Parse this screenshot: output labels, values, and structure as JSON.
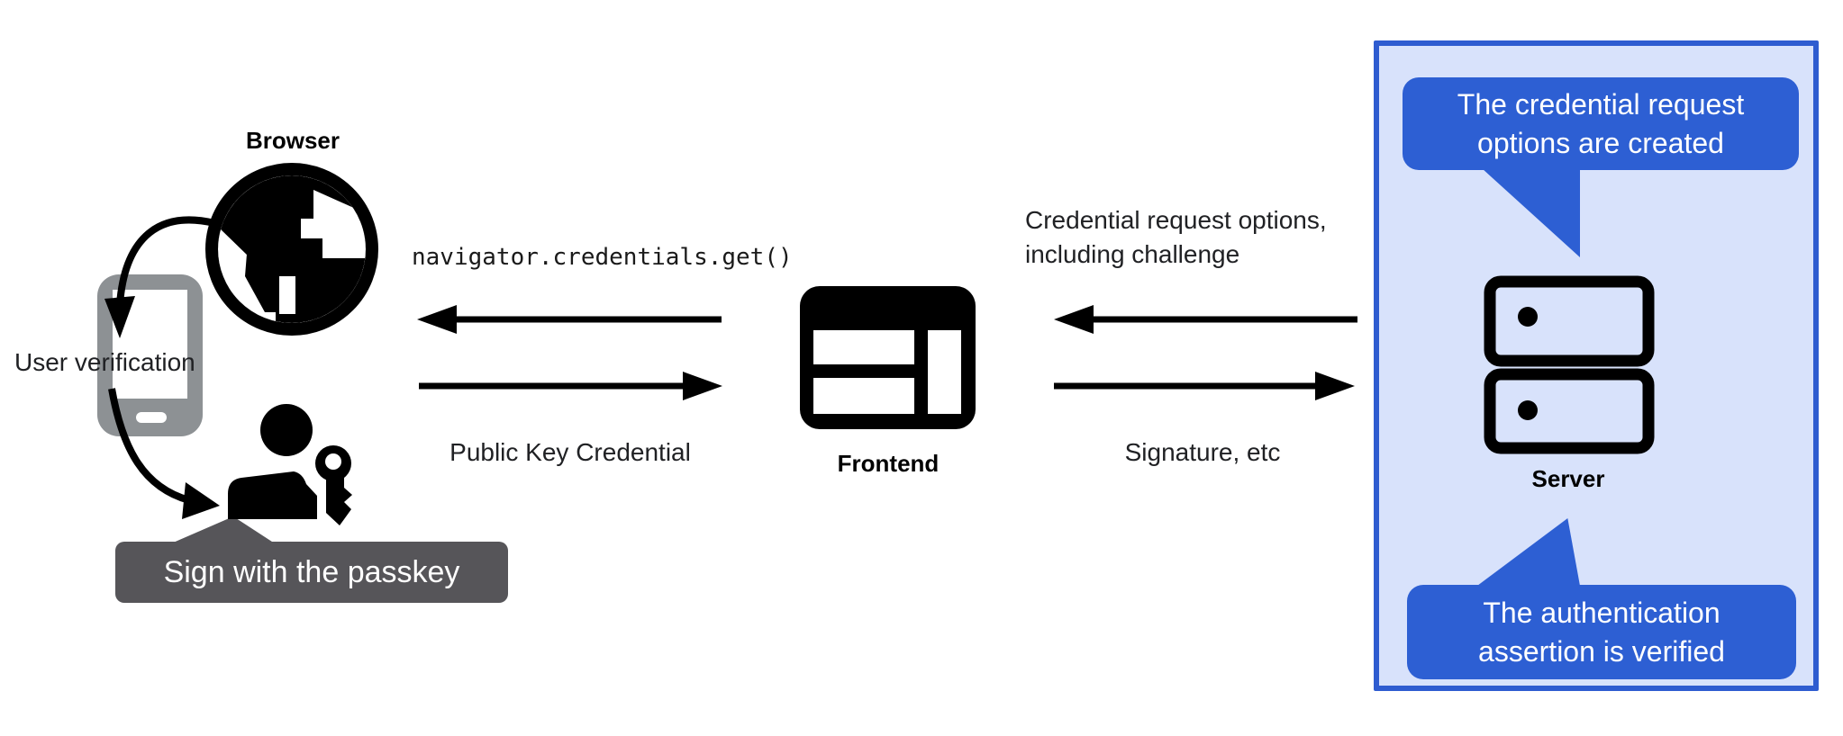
{
  "client": {
    "browser_label": "Browser",
    "user_verification_label": "User verification",
    "passkey_tooltip": "Sign with the passkey"
  },
  "frontend": {
    "label": "Frontend",
    "call_code": "navigator.credentials.get()",
    "return_label": "Public Key Credential"
  },
  "server": {
    "label": "Server",
    "request_label_line1": "Credential request options,",
    "request_label_line2": "including challenge",
    "response_label": "Signature, etc",
    "bubble_top_line1": "The credential request",
    "bubble_top_line2": "options are created",
    "bubble_bottom_line1": "The authentication",
    "bubble_bottom_line2": "assertion is verified"
  },
  "colors": {
    "bubble_blue": "#2d5fd3",
    "panel_fill": "#d8e2fb",
    "panel_border": "#2e5cd0",
    "tooltip_gray": "#565559",
    "phone_gray": "#8d9194",
    "icon_black": "#000000",
    "text_dark": "#202124"
  }
}
